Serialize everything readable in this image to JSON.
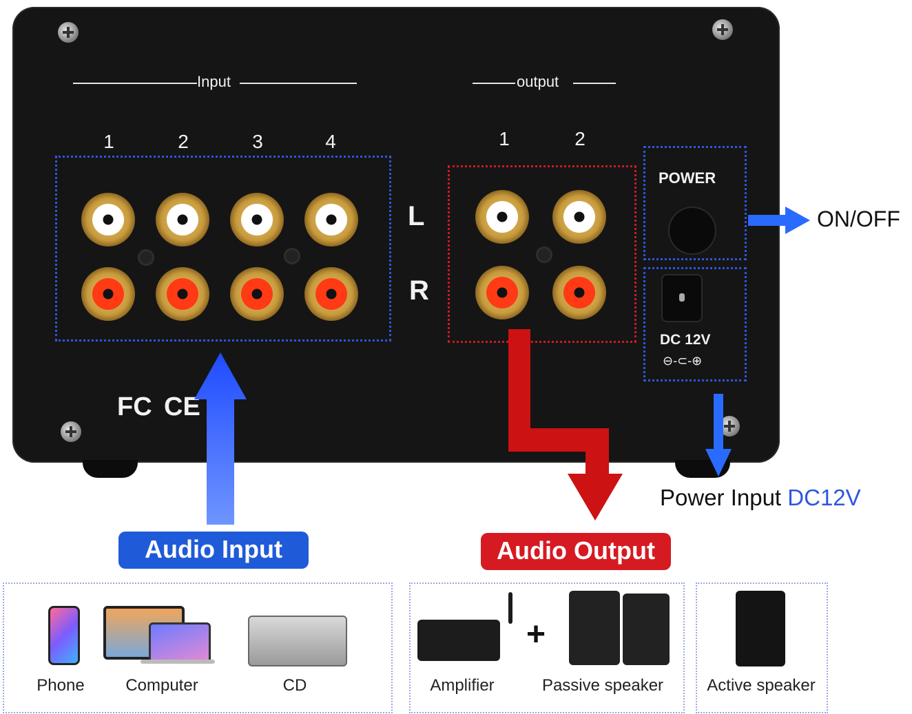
{
  "panel": {
    "input_label": "Input",
    "output_label": "output",
    "input_numbers": [
      "1",
      "2",
      "3",
      "4"
    ],
    "output_numbers": [
      "1",
      "2"
    ],
    "channel_left": "L",
    "channel_right": "R",
    "power_label": "POWER",
    "dc_label": "DC 12V",
    "polarity_symbol": "⊖-⊂-⊕",
    "cert_fc": "FC",
    "cert_ce": "CE"
  },
  "callouts": {
    "on_off": "ON/OFF",
    "power_input_prefix": "Power Input ",
    "power_input_value": "DC12V",
    "audio_input": "Audio Input",
    "audio_output": "Audio Output"
  },
  "devices": {
    "input_devices": [
      {
        "label": "Phone",
        "icon": "phone-icon"
      },
      {
        "label": "Computer",
        "icon": "computer-icon"
      },
      {
        "label": "CD",
        "icon": "cd-player-icon"
      }
    ],
    "output_devices": [
      {
        "label": "Amplifier",
        "icon": "amplifier-icon"
      },
      {
        "label": "Passive speaker",
        "icon": "passive-speaker-icon"
      }
    ],
    "plus_symbol": "+",
    "active_devices": [
      {
        "label": "Active speaker",
        "icon": "active-speaker-icon"
      }
    ]
  },
  "colors": {
    "blue": "#2f56e0",
    "red": "#cc1b24",
    "panel": "#151515",
    "dc_text_blue": "#2f56e0"
  }
}
